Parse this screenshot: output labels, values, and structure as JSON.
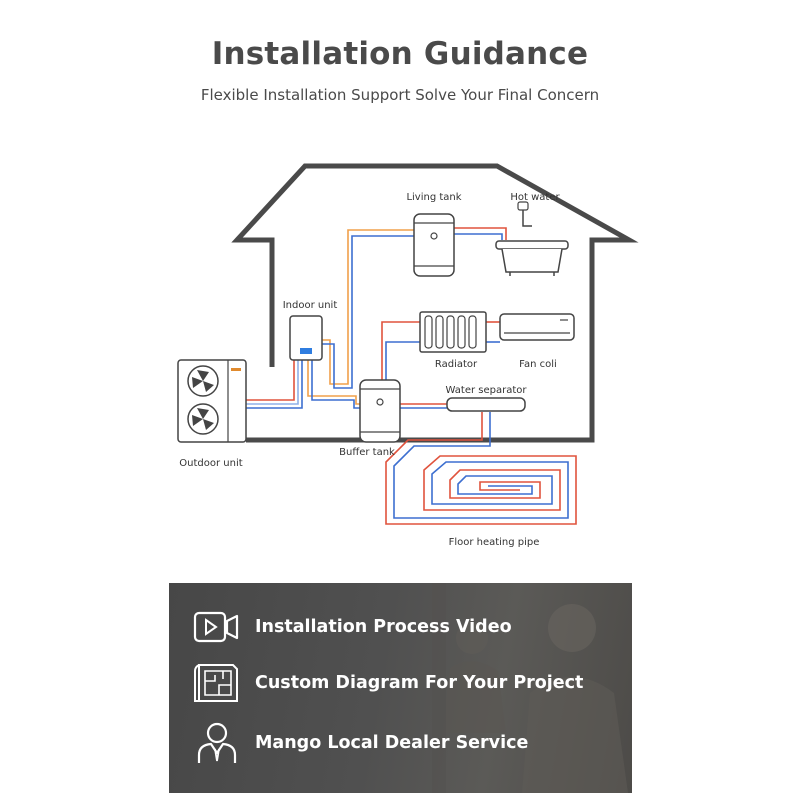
{
  "header": {
    "title": "Installation Guidance",
    "subtitle": "Flexible Installation Support Solve Your Final Concern"
  },
  "diagram": {
    "labels": {
      "living_tank": "Living tank",
      "hot_water": "Hot water",
      "indoor_unit": "Indoor unit",
      "radiator": "Radiator",
      "fan_coil": "Fan coli",
      "water_separator": "Water separator",
      "outdoor_unit": "Outdoor unit",
      "buffer_tank": "Buffer tank",
      "floor_heating": "Floor heating pipe"
    },
    "colors": {
      "house_outline": "#4a4a4a",
      "pipe_hot": "#e0533d",
      "pipe_warm": "#f0a04b",
      "pipe_cold": "#3d6fd0",
      "pipe_light": "#8fb0e8",
      "display": "#2f7de0"
    }
  },
  "services": [
    {
      "icon": "video-camera-icon",
      "label": "Installation Process Video"
    },
    {
      "icon": "blueprint-icon",
      "label": "Custom Diagram For Your Project"
    },
    {
      "icon": "dealer-person-icon",
      "label": "Mango Local Dealer Service"
    }
  ]
}
